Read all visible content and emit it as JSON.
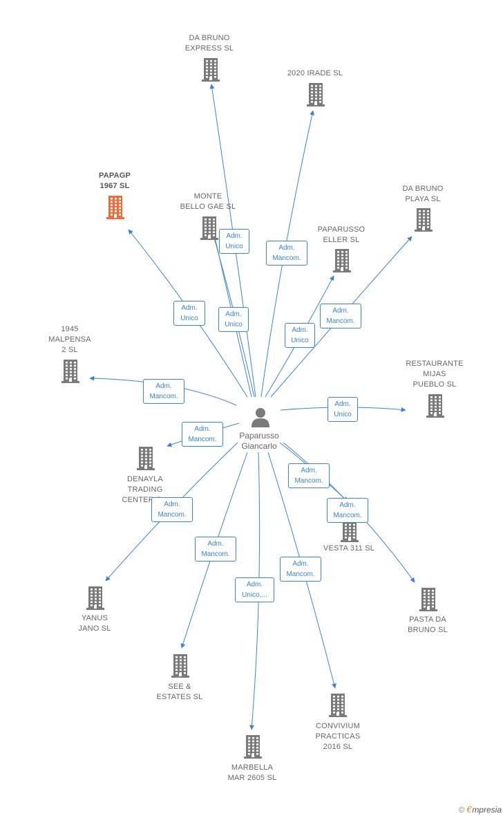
{
  "colors": {
    "link": "#3b82d6",
    "building": "#7a7a7a",
    "highlight": "#f26a37",
    "person": "#7a7a7a"
  },
  "person": {
    "name": "Paparusso\nGiancarlo",
    "icon": "person-icon"
  },
  "companies": [
    {
      "id": "da-bruno-express",
      "name": "DA BRUNO\nEXPRESS  SL",
      "icon": "building-icon"
    },
    {
      "id": "2020-irade",
      "name": "2020 IRADE SL",
      "icon": "building-icon"
    },
    {
      "id": "papagp-1967",
      "name": "PAPAGP\n1967  SL",
      "icon": "building-icon",
      "highlight": true
    },
    {
      "id": "monte-bello-gae",
      "name": "MONTE\nBELLO GAE  SL",
      "icon": "building-icon"
    },
    {
      "id": "da-bruno-playa",
      "name": "DA BRUNO\nPLAYA SL",
      "icon": "building-icon"
    },
    {
      "id": "paparusso-eller",
      "name": "PAPARUSSO\nELLER  SL",
      "icon": "building-icon"
    },
    {
      "id": "1945-malpensa-2",
      "name": "1945\nMALPENSA\n2 SL",
      "icon": "building-icon"
    },
    {
      "id": "restaurante-mijas",
      "name": "RESTAURANTE\nMIJAS\nPUEBLO  SL",
      "icon": "building-icon"
    },
    {
      "id": "denayla-trading",
      "name": "DENAYLA\nTRADING\nCENTER S...",
      "icon": "building-icon"
    },
    {
      "id": "vesta-311",
      "name": "VESTA 311 SL",
      "icon": "building-icon"
    },
    {
      "id": "yanus-jano",
      "name": "YANUS\nJANO  SL",
      "icon": "building-icon"
    },
    {
      "id": "pasta-da-bruno",
      "name": "PASTA DA\nBRUNO SL",
      "icon": "building-icon"
    },
    {
      "id": "see-estates",
      "name": "SEE &\nESTATES SL",
      "icon": "building-icon"
    },
    {
      "id": "convivium-practicas",
      "name": "CONVIVIUM\nPRACTICAS\n2016  SL",
      "icon": "building-icon"
    },
    {
      "id": "marbella-mar-2605",
      "name": "MARBELLA\nMAR 2605  SL",
      "icon": "building-icon"
    }
  ],
  "relations": [
    {
      "to": "da-bruno-express",
      "role": ""
    },
    {
      "to": "2020-irade",
      "role": "Adm.\nMancom."
    },
    {
      "to": "papagp-1967",
      "role": "Adm.\nUnico"
    },
    {
      "to": "monte-bello-gae",
      "role": "Adm.\nUnico"
    },
    {
      "to": "da-bruno-express",
      "role": "Adm.\nUnico"
    },
    {
      "to": "da-bruno-playa",
      "role": "Adm.\nMancom."
    },
    {
      "to": "paparusso-eller",
      "role": "Adm.\nUnico"
    },
    {
      "to": "1945-malpensa-2",
      "role": "Adm.\nMancom."
    },
    {
      "to": "restaurante-mijas",
      "role": "Adm.\nUnico"
    },
    {
      "to": "denayla-trading",
      "role": "Adm.\nMancom."
    },
    {
      "to": "vesta-311",
      "role": "Adm.\nMancom."
    },
    {
      "to": "yanus-jano",
      "role": "Adm.\nMancom."
    },
    {
      "to": "pasta-da-bruno",
      "role": "Adm.\nMancom."
    },
    {
      "to": "see-estates",
      "role": "Adm.\nMancom."
    },
    {
      "to": "convivium-practicas",
      "role": "Adm.\nMancom."
    },
    {
      "to": "marbella-mar-2605",
      "role": "Adm.\nUnico,..."
    }
  ],
  "footer": {
    "copyright": "©",
    "brand": "€",
    "rest": "mpresia"
  }
}
